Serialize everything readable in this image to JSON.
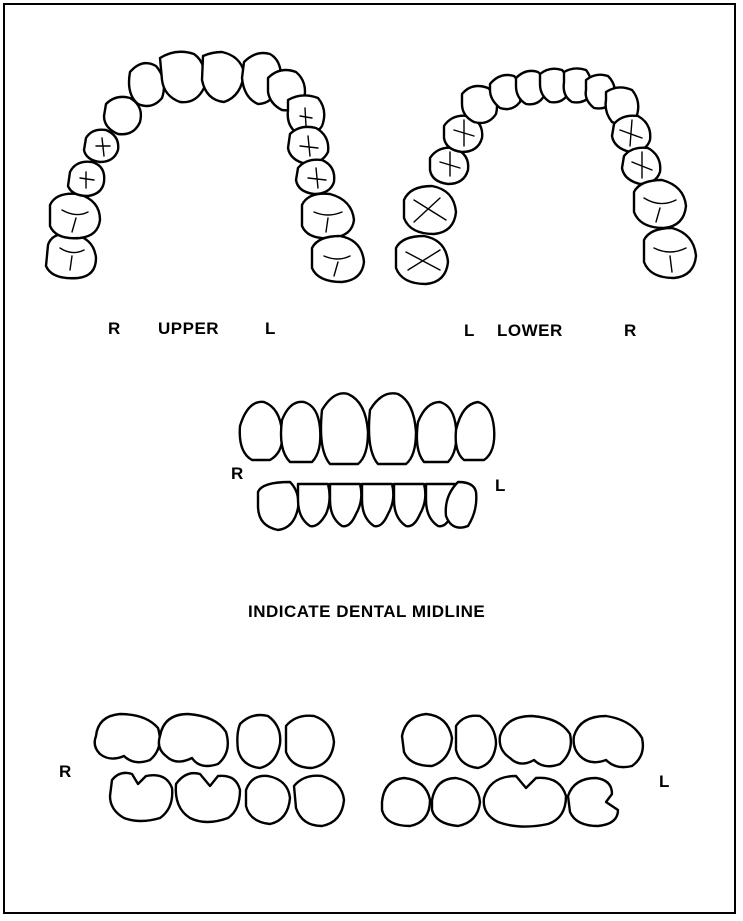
{
  "upper_arch": {
    "right": "R",
    "title": "UPPER",
    "left": "L"
  },
  "lower_arch": {
    "left": "L",
    "title": "LOWER",
    "right": "R"
  },
  "front_view": {
    "right": "R",
    "left": "L"
  },
  "midline_instruction": "INDICATE DENTAL MIDLINE",
  "side_view": {
    "right": "R",
    "left": "L"
  },
  "colors": {
    "stroke": "#000000",
    "background": "#ffffff"
  }
}
